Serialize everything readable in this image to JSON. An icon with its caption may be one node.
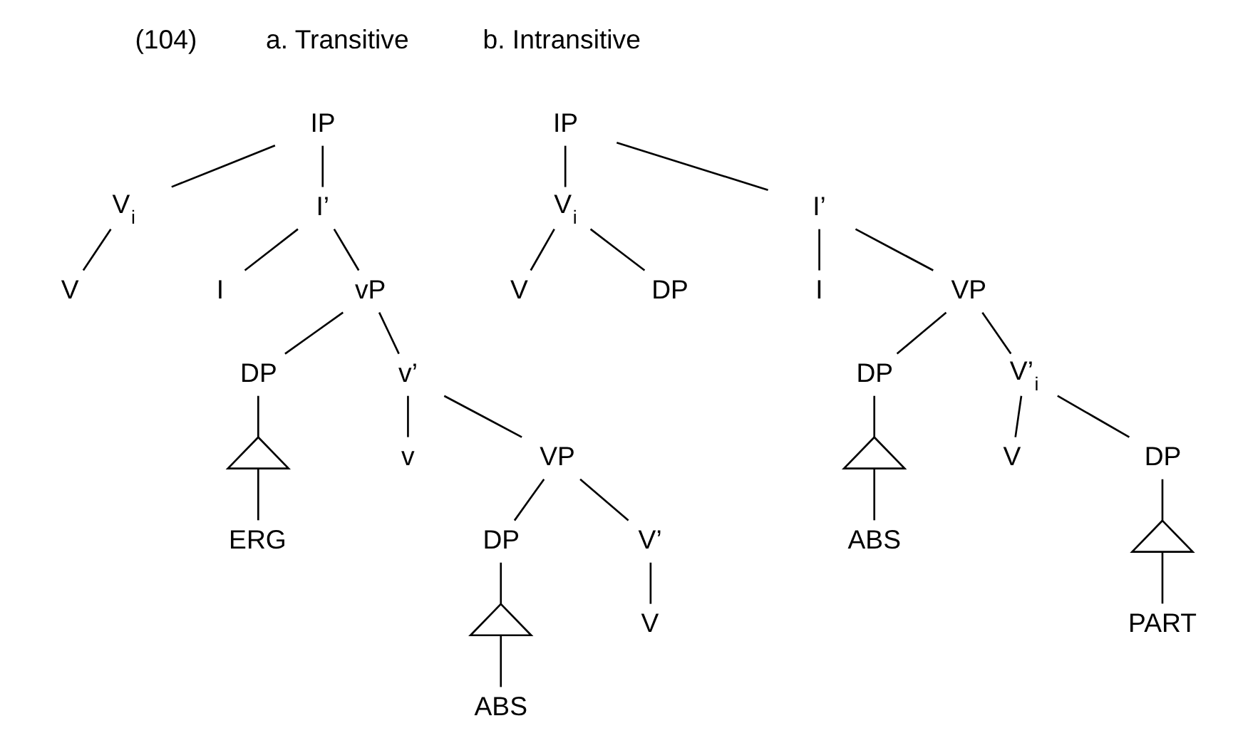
{
  "diagram": {
    "nodes": [
      {
        "text": [
          "IP"
        ]
      },
      {
        "text": [
          "V$_{i}$"
        ]
      },
      {
        "text": [
          "I’"
        ]
      },
      {
        "text": [
          "V"
        ]
      },
      {
        "text": [
          "I"
        ]
      },
      {
        "text": [
          "vP"
        ]
      },
      {
        "text": [
          "DP"
        ]
      },
      {
        "text": [
          "v’"
        ]
      },
      {
        "text": [],
        "shape": "triangle"
      },
      {
        "text": [
          "ERG"
        ]
      },
      {
        "text": [
          "v"
        ]
      },
      {
        "text": [
          "VP"
        ]
      },
      {
        "text": [
          "DP"
        ]
      },
      {
        "text": [
          "V’"
        ]
      },
      {
        "text": [],
        "shape": "triangle"
      },
      {
        "text": [
          "ABS"
        ]
      },
      {
        "text": [
          "V"
        ]
      },
      {
        "text": [
          "IP"
        ]
      },
      {
        "text": [
          "V$_{i}$"
        ]
      },
      {
        "text": [
          "I’"
        ]
      },
      {
        "text": [
          "V"
        ]
      },
      {
        "text": [
          "DP"
        ]
      },
      {
        "text": [
          "I"
        ]
      },
      {
        "text": [
          "VP"
        ]
      },
      {
        "text": [
          "DP"
        ]
      },
      {
        "text": [
          "V’$_{i}$"
        ]
      },
      {
        "text": [],
        "shape": "triangle"
      },
      {
        "text": [
          "ABS"
        ]
      },
      {
        "text": [
          "V"
        ]
      },
      {
        "text": [
          "DP"
        ]
      },
      {
        "text": [],
        "shape": "triangle"
      },
      {
        "text": [
          "PART"
        ]
      }
    ],
    "edges": [
      {
        "from": 0,
        "to": 1,
        "arrow": "none"
      },
      {
        "from": 0,
        "to": 2,
        "arrow": "none"
      },
      {
        "from": 1,
        "to": 3,
        "arrow": "none"
      },
      {
        "from": 2,
        "to": 4,
        "arrow": "none"
      },
      {
        "from": 2,
        "to": 5,
        "arrow": "none"
      },
      {
        "from": 5,
        "to": 6,
        "arrow": "none"
      },
      {
        "from": 5,
        "to": 7,
        "arrow": "none"
      },
      {
        "from": 6,
        "to": 8,
        "arrow": "none"
      },
      {
        "from": 8,
        "to": 9,
        "arrow": "none"
      },
      {
        "from": 7,
        "to": 10,
        "arrow": "none"
      },
      {
        "from": 7,
        "to": 11,
        "arrow": "none"
      },
      {
        "from": 11,
        "to": 12,
        "arrow": "none"
      },
      {
        "from": 11,
        "to": 13,
        "arrow": "none"
      },
      {
        "from": 12,
        "to": 14,
        "arrow": "none"
      },
      {
        "from": 14,
        "to": 15,
        "arrow": "none"
      },
      {
        "from": 13,
        "to": 16,
        "arrow": "none"
      },
      {
        "from": 17,
        "to": 18,
        "arrow": "none"
      },
      {
        "from": 17,
        "to": 19,
        "arrow": "none"
      },
      {
        "from": 18,
        "to": 20,
        "arrow": "none"
      },
      {
        "from": 18,
        "to": 21,
        "arrow": "none"
      },
      {
        "from": 19,
        "to": 22,
        "arrow": "none"
      },
      {
        "from": 19,
        "to": 23,
        "arrow": "none"
      },
      {
        "from": 23,
        "to": 24,
        "arrow": "none"
      },
      {
        "from": 23,
        "to": 25,
        "arrow": "none"
      },
      {
        "from": 24,
        "to": 26,
        "arrow": "none"
      },
      {
        "from": 26,
        "to": 27,
        "arrow": "none"
      },
      {
        "from": 25,
        "to": 28,
        "arrow": "none"
      },
      {
        "from": 25,
        "to": 29,
        "arrow": "none"
      },
      {
        "from": 29,
        "to": 30,
        "arrow": "none"
      },
      {
        "from": 30,
        "to": 31,
        "arrow": "none"
      }
    ],
    "labels": [
      "(104)",
      "a. Transitive",
      "b. Intransitive"
    ]
  }
}
